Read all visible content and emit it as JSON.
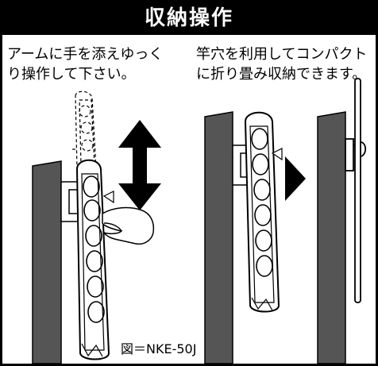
{
  "header": {
    "title": "収納操作"
  },
  "instructions": {
    "left": "アームに手を添えゆっく\nり操作して下さい。",
    "right": "竿穴を利用してコンパクト\nに折り畳み収納できます。"
  },
  "figure": {
    "model_label": "図＝NKE-50J"
  },
  "icons": {
    "updown": "double-headed-arrow-icon",
    "next": "right-triangle-arrow-icon",
    "hand": "hand-icon"
  }
}
